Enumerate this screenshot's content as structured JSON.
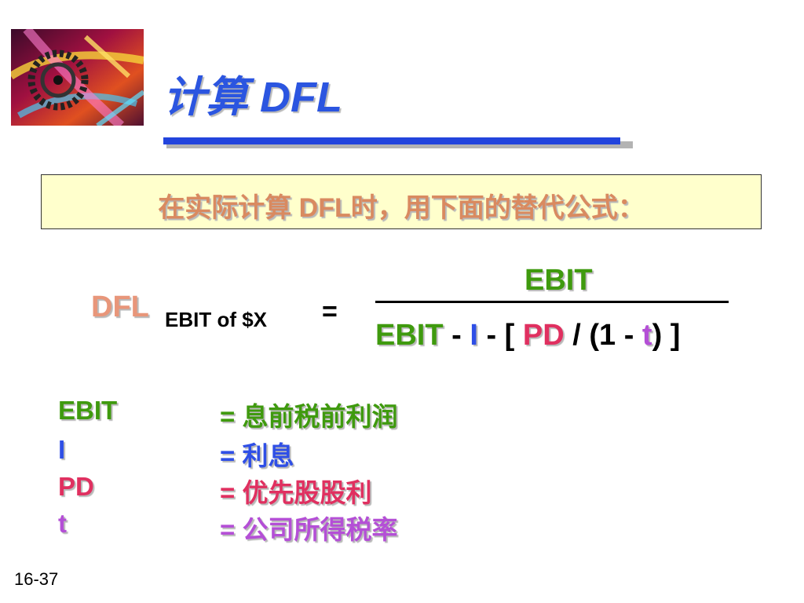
{
  "title": {
    "zh": "计算",
    "latin": "DFL"
  },
  "note": "在实际计算 DFL时，用下面的替代公式：",
  "formula": {
    "lhs": "DFL",
    "lhs_sub": "EBIT of $X",
    "equals": "=",
    "numerator": "EBIT",
    "den": {
      "ebit": "EBIT",
      "op1": " - ",
      "i": "I",
      "op2": " - [ ",
      "pd": "PD",
      "op3": " / (1 - ",
      "t": "t",
      "op4": ") ]"
    }
  },
  "definitions": [
    {
      "term": "EBIT",
      "eq": "= ",
      "meaning": "息前税前利润"
    },
    {
      "term": "I",
      "eq": "= ",
      "meaning": "利息"
    },
    {
      "term": "PD",
      "eq": "= ",
      "meaning": "优先股股利"
    },
    {
      "term": "t",
      "eq": "= ",
      "meaning": "公司所得税率"
    }
  ],
  "slide_number": "16-37",
  "colors": {
    "title": "#2b55e0",
    "note_text": "#d98a60",
    "note_bg": "#ffffcc",
    "ebit": "#3f9a0e",
    "i": "#2f4fe6",
    "pd": "#e03060",
    "t": "#b44fd6"
  }
}
